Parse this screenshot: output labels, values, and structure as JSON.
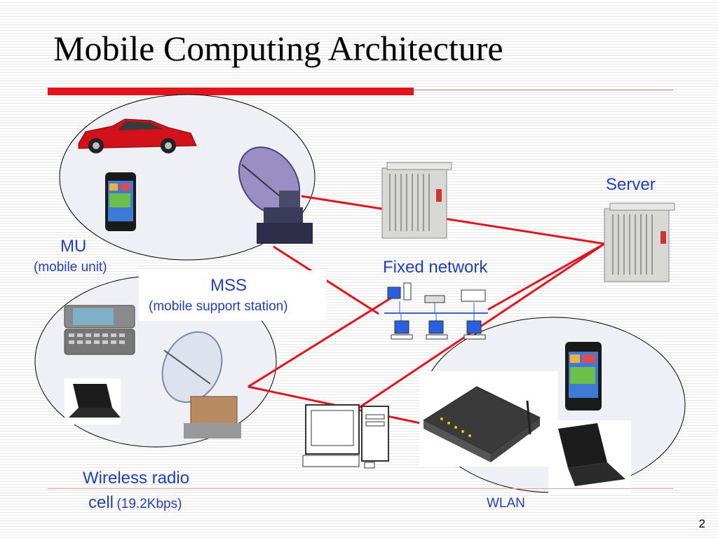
{
  "slide": {
    "title": "Mobile Computing Architecture",
    "page_number": "2"
  },
  "labels": {
    "server": "Server",
    "mu": "MU",
    "mu_sub": "(mobile unit)",
    "mss": "MSS",
    "mss_sub": "(mobile support station)",
    "fixed_network": "Fixed network",
    "wireless_cell_line1": "Wireless radio",
    "wireless_cell_line2": "cell",
    "wireless_cell_rate": "(19.2Kbps)",
    "wlan": "WLAN"
  },
  "colors": {
    "accent_red": "#e3141c",
    "label_blue": "#1f3fbf",
    "cell_fill": "#eef0f6"
  }
}
